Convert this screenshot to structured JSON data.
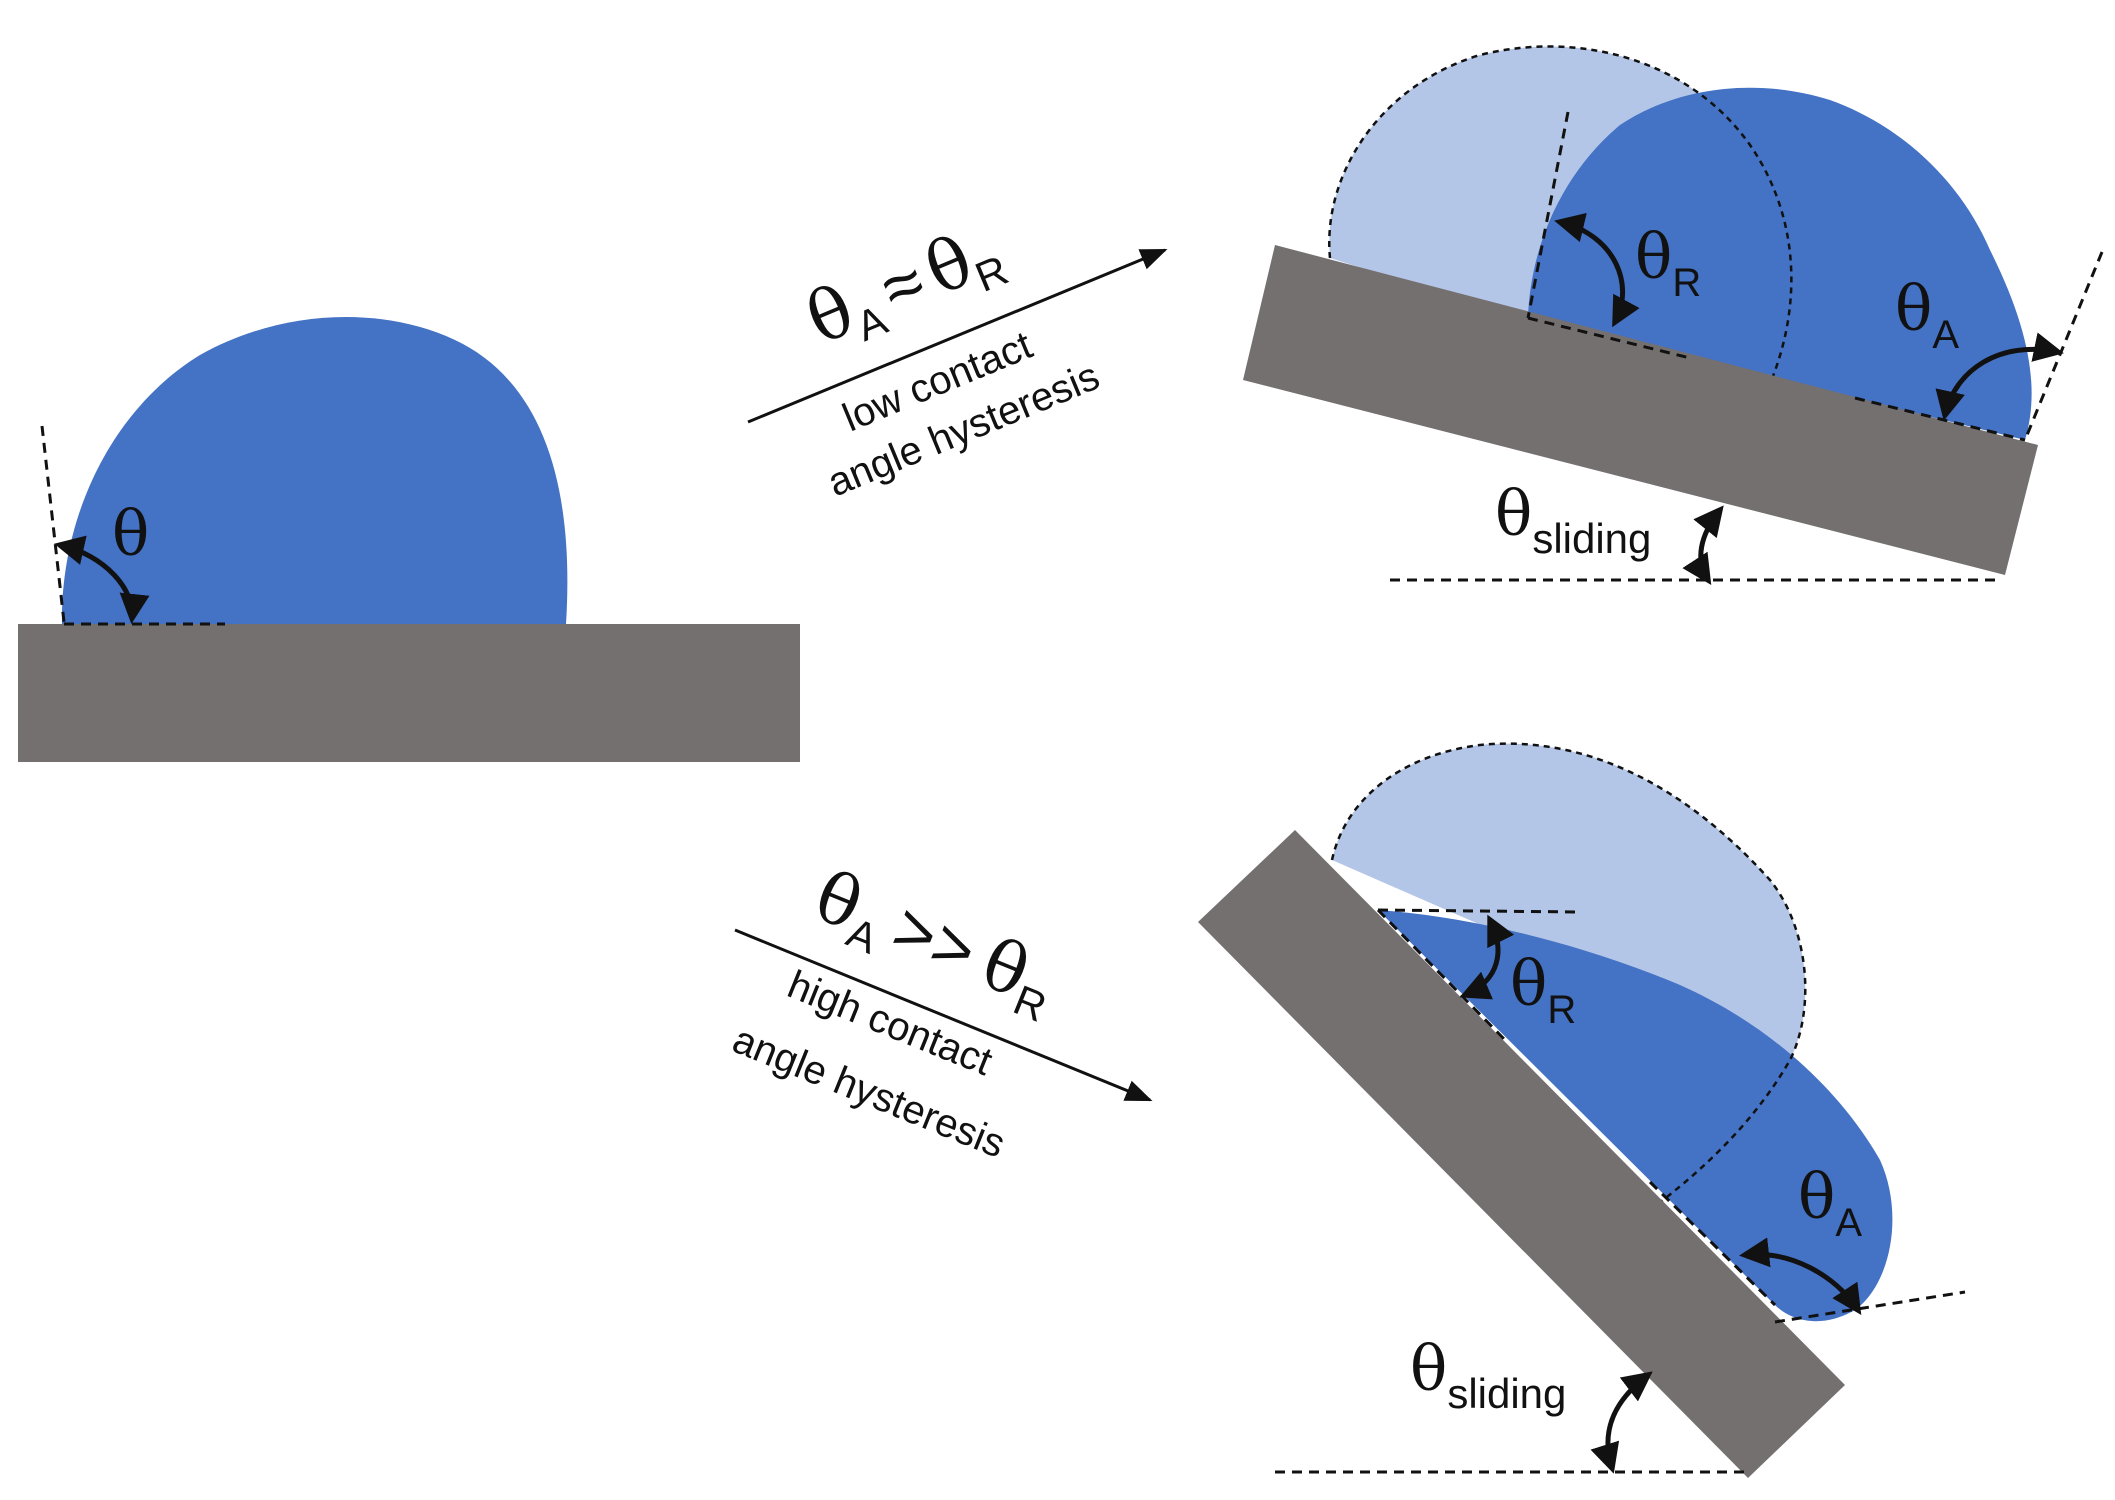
{
  "colors": {
    "drop": "#4472c4",
    "drop_faded": "#b4c6e7",
    "substrate": "#757070",
    "line": "#111111"
  },
  "panel_flat": {
    "theta": "θ"
  },
  "arrow_low": {
    "sym_a": "θ",
    "sub_a": "A",
    "relation": "≈",
    "sym_r": "θ",
    "sub_r": "R",
    "line1": "low contact",
    "line2": "angle hysteresis"
  },
  "arrow_high": {
    "sym_a": "θ",
    "sub_a": "A",
    "relation": ">>",
    "sym_r": "θ",
    "sub_r": "R",
    "line1": "high contact",
    "line2": "angle hysteresis"
  },
  "panel_low": {
    "theta_r": "θ",
    "theta_r_sub": "R",
    "theta_a": "θ",
    "theta_a_sub": "A",
    "theta_s": "θ",
    "theta_s_sub": "sliding"
  },
  "panel_high": {
    "theta_r": "θ",
    "theta_r_sub": "R",
    "theta_a": "θ",
    "theta_a_sub": "A",
    "theta_s": "θ",
    "theta_s_sub": "sliding"
  }
}
